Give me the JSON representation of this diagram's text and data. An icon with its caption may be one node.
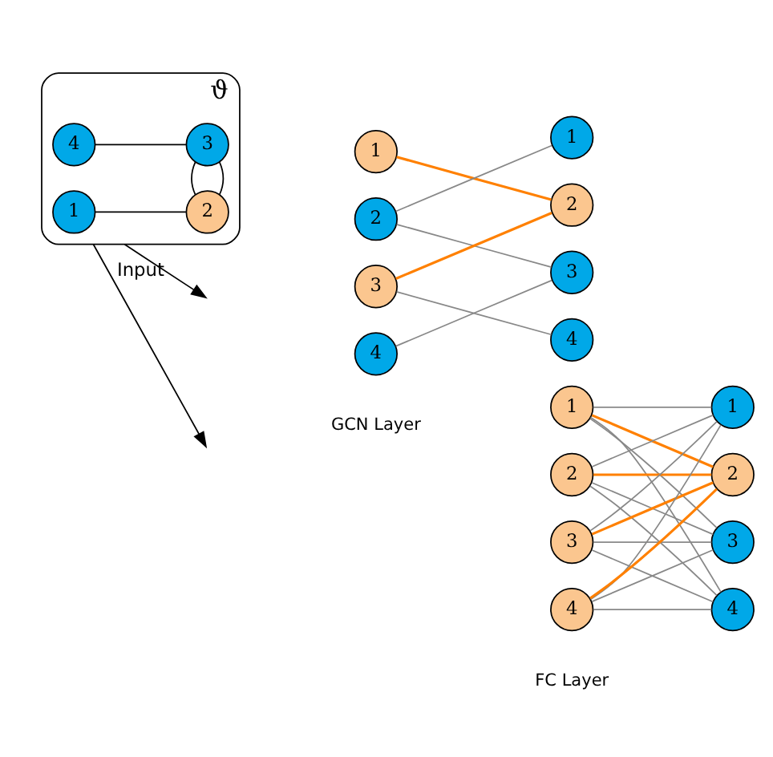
{
  "diagram": {
    "nodes": [
      {
        "text": [
          "ϑ"
        ],
        "beside": [
          "Input"
        ]
      },
      {
        "text": [
          "1"
        ],
        "in": 0
      },
      {
        "text": [
          "2"
        ],
        "in": 0
      },
      {
        "text": [
          "4"
        ],
        "in": 0
      },
      {
        "text": [
          "3"
        ],
        "in": 0
      },
      {
        "text": [
          "1"
        ]
      },
      {
        "text": [
          "2"
        ]
      },
      {
        "text": [
          "3"
        ]
      },
      {
        "text": [
          "4"
        ]
      },
      {
        "text": [
          "1"
        ]
      },
      {
        "text": [
          "2"
        ]
      },
      {
        "text": [
          "3"
        ]
      },
      {
        "text": [
          "4"
        ]
      },
      {
        "text": [
          "1"
        ]
      },
      {
        "text": [
          "2"
        ]
      },
      {
        "text": [
          "3"
        ]
      },
      {
        "text": [
          "4"
        ]
      },
      {
        "text": [
          "1"
        ]
      },
      {
        "text": [
          "2"
        ]
      },
      {
        "text": [
          "3"
        ]
      },
      {
        "text": [
          "4"
        ]
      }
    ],
    "edges": [
      {
        "from": 1,
        "to": 2,
        "arrow": "none",
        "color": "#000000"
      },
      {
        "from": 2,
        "to": 4,
        "arrow": "none",
        "color": "#000000"
      },
      {
        "from": 2,
        "to": 4,
        "arrow": "none",
        "color": "#000000"
      },
      {
        "from": 3,
        "to": 4,
        "arrow": "none",
        "color": "#000000"
      },
      {
        "from": 0,
        "to": null,
        "arrow": "to",
        "color": "#000000"
      },
      {
        "from": 0,
        "to": null,
        "arrow": "to",
        "color": "#000000"
      },
      {
        "from": 5,
        "to": 10,
        "arrow": "none",
        "color": "#ff8000"
      },
      {
        "from": 6,
        "to": 9,
        "arrow": "none"
      },
      {
        "from": 6,
        "to": 11,
        "arrow": "none"
      },
      {
        "from": 7,
        "to": 10,
        "arrow": "none",
        "color": "#ff8000"
      },
      {
        "from": 7,
        "to": 12,
        "arrow": "none"
      },
      {
        "from": 8,
        "to": 11,
        "arrow": "none"
      },
      {
        "from": 13,
        "to": 17,
        "arrow": "none"
      },
      {
        "from": 13,
        "to": 18,
        "arrow": "none",
        "color": "#ff8000"
      },
      {
        "from": 13,
        "to": 19,
        "arrow": "none"
      },
      {
        "from": 13,
        "to": 20,
        "arrow": "none"
      },
      {
        "from": 14,
        "to": 17,
        "arrow": "none"
      },
      {
        "from": 14,
        "to": 18,
        "arrow": "none",
        "color": "#ff8000"
      },
      {
        "from": 14,
        "to": 19,
        "arrow": "none"
      },
      {
        "from": 14,
        "to": 20,
        "arrow": "none"
      },
      {
        "from": 15,
        "to": 17,
        "arrow": "none"
      },
      {
        "from": 15,
        "to": 18,
        "arrow": "none",
        "color": "#ff8000"
      },
      {
        "from": 15,
        "to": 19,
        "arrow": "none"
      },
      {
        "from": 15,
        "to": 20,
        "arrow": "none"
      },
      {
        "from": 16,
        "to": 17,
        "arrow": "none"
      },
      {
        "from": 16,
        "to": 18,
        "arrow": "none",
        "color": "#ff8000"
      },
      {
        "from": 16,
        "to": 19,
        "arrow": "none"
      },
      {
        "from": 16,
        "to": 20,
        "arrow": "none"
      }
    ],
    "labels": [
      "GCN Layer",
      "FC Layer"
    ]
  }
}
